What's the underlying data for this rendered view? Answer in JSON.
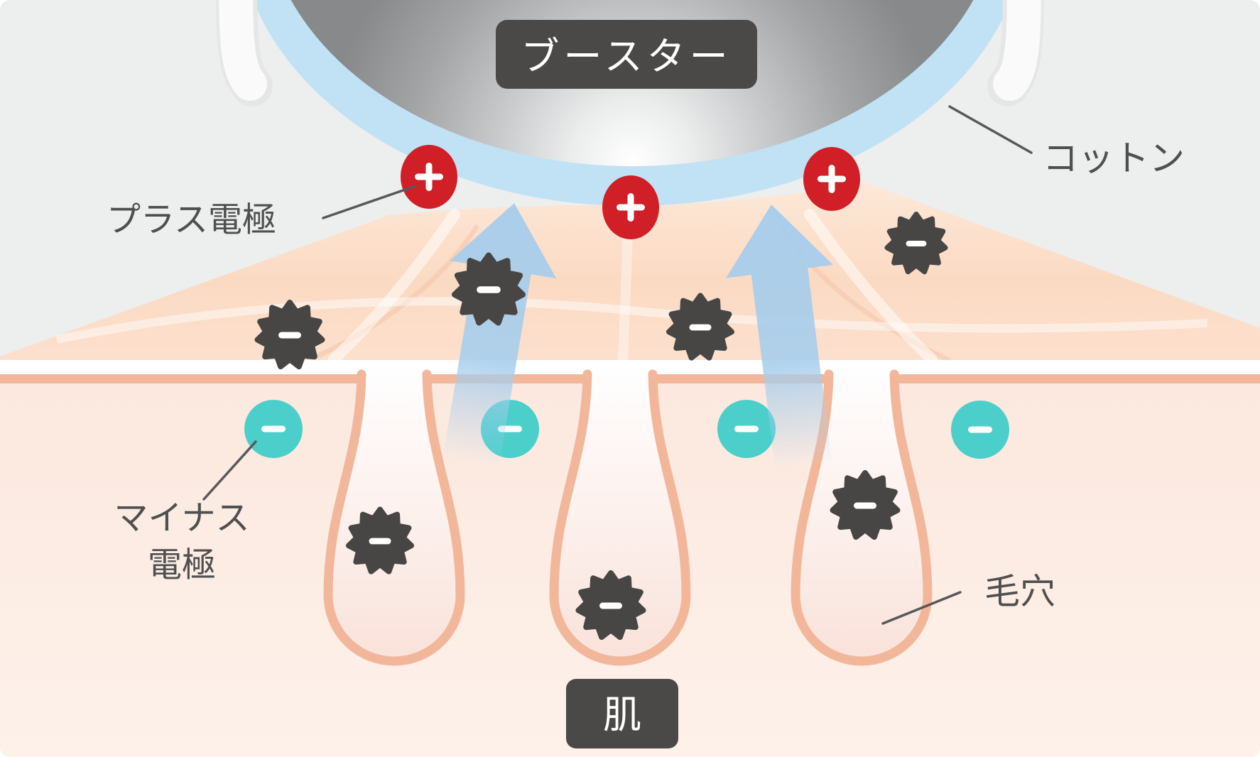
{
  "diagram": {
    "labels": {
      "booster": "ブースター",
      "cotton": "コットン",
      "plus_electrode": "プラス電極",
      "minus_electrode_line1": "マイナス",
      "minus_electrode_line2": "電極",
      "pore": "毛穴",
      "skin": "肌"
    },
    "symbols": {
      "plus": "+",
      "minus": "−"
    },
    "colors": {
      "background": "#edeeee",
      "cotton_blue": "#c1e1f5",
      "metal_gray": "#8b8d8f",
      "badge_dark": "#4b4947",
      "plus_red": "#d01f27",
      "minus_teal": "#4ccfcb",
      "particle_dark": "#474645",
      "arrow_blue": "#a6cdec",
      "skin_peach": "#fbdac3",
      "dermis_pink": "#fce8de",
      "pore_outline": "#f2b79b",
      "label_text": "#4f4f4f"
    },
    "counts": {
      "plus_electrodes": 3,
      "minus_electrodes": 4,
      "impurity_particles": 7,
      "pores": 3,
      "upward_arrows": 2
    }
  }
}
